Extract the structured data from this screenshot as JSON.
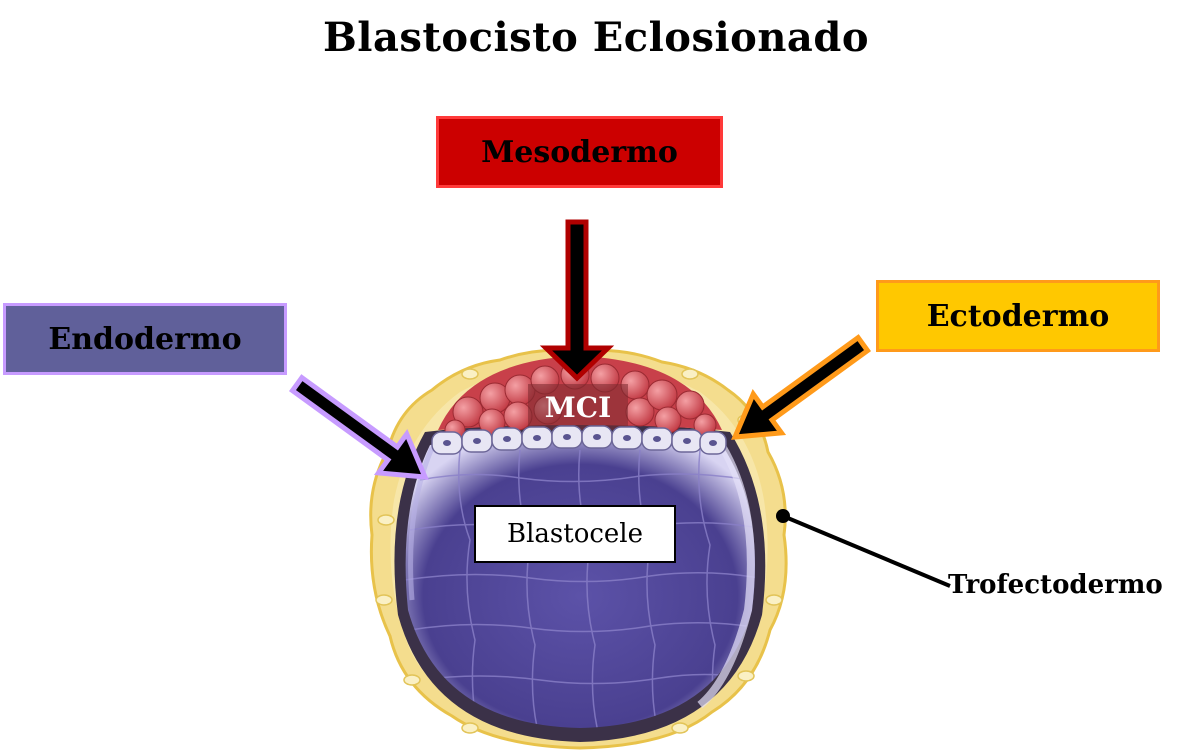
{
  "title": "Blastocisto Eclosionado",
  "labels": {
    "mesodermo": "Mesodermo",
    "endodermo": "Endodermo",
    "ectodermo": "Ectodermo",
    "mci": "MCI",
    "blastocele": "Blastocele",
    "trofectodermo": "Trofectodermo"
  },
  "colors": {
    "mesodermo_fill": "#cc0000",
    "mesodermo_border": "#ff3a3a",
    "endodermo_fill": "#60609a",
    "endodermo_border": "#c79bff",
    "ectodermo_fill": "#ffc800",
    "ectodermo_border": "#ff9a1a",
    "zona_pelucida": "#f5e29a",
    "trophoblast_dark": "#3b3148",
    "cavity": "#5a4f9c",
    "inner_cell_mass": "#d9535a"
  }
}
